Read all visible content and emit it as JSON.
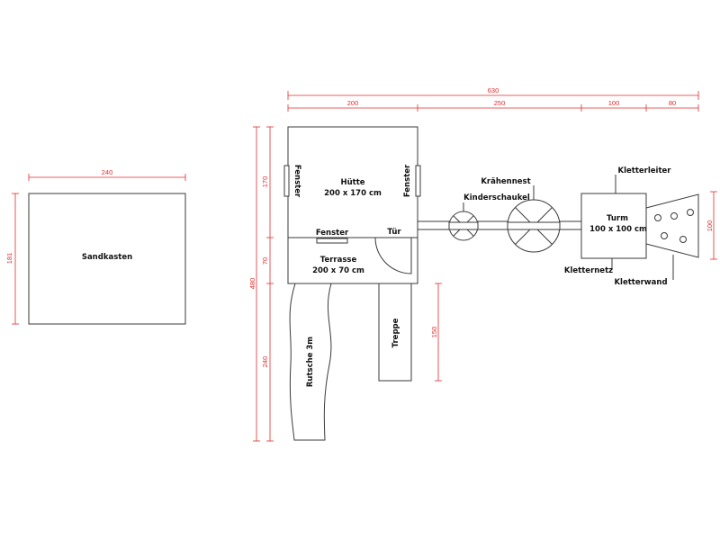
{
  "sandbox": {
    "label": "Sandkasten",
    "width_dim": "240",
    "height_dim": "181"
  },
  "hut": {
    "title": "Hütte",
    "size": "200 x 170 cm",
    "window_left": "Fenster",
    "window_right": "Fenster",
    "window_bottom": "Fenster",
    "door": "Tür"
  },
  "terrace": {
    "title": "Terrasse",
    "size": "200 x 70 cm"
  },
  "stairs": {
    "label": "Treppe",
    "dim": "150"
  },
  "slide": {
    "label": "Rutsche 3m",
    "dim": "240"
  },
  "swing": {
    "label": "Kinderschaukel"
  },
  "crows_nest": {
    "label": "Krähennest"
  },
  "tower": {
    "title": "Turm",
    "size": "100 x 100 cm",
    "dim": "100"
  },
  "ladder": {
    "label": "Kletterleiter"
  },
  "net": {
    "label": "Kletternetz"
  },
  "wall": {
    "label": "Kletterwand"
  },
  "dims": {
    "total_width": "630",
    "seg_hut": "200",
    "seg_bridge": "250",
    "seg_tower": "100",
    "seg_wall": "80",
    "total_height": "480",
    "hut_height": "170",
    "terrace_height": "70"
  },
  "colors": {
    "dimension": "#e32a2a",
    "outline": "#3a3a3a"
  }
}
